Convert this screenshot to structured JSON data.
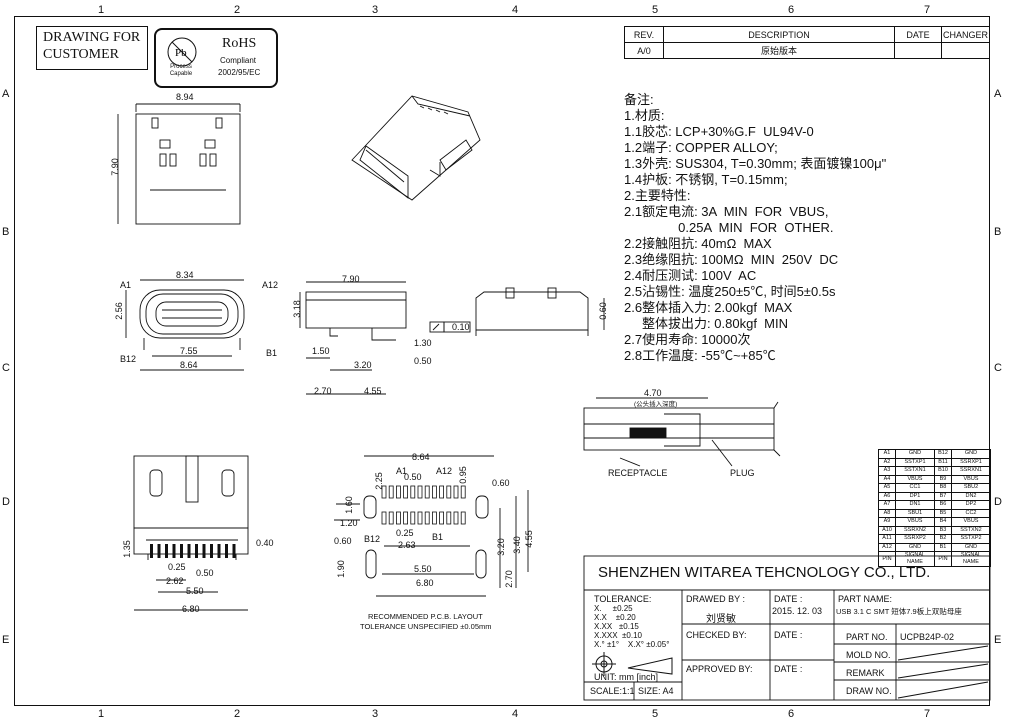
{
  "zones_top": [
    "1",
    "2",
    "3",
    "4",
    "5",
    "6",
    "7"
  ],
  "zones_side": [
    "A",
    "B",
    "C",
    "D",
    "E"
  ],
  "customer_box": "DRAWING FOR\nCUSTOMER",
  "rohs": {
    "pb_line1": "Process",
    "pb_line2": "Capable",
    "title": "RoHS",
    "line1": "Compliant",
    "line2": "2002/95/EC"
  },
  "rev": {
    "h_rev": "REV.",
    "h_desc": "DESCRIPTION",
    "h_date": "DATE",
    "h_changer": "CHANGER",
    "rev": "A/0",
    "desc": "原始版本"
  },
  "notes": [
    "备注:",
    "1.材质:",
    "1.1胶芯: LCP+30%G.F  UL94V-0",
    "1.2端子: COPPER ALLOY;",
    "1.3外壳: SUS304, T=0.30mm; 表面镀镍100μ\"",
    "1.4护板: 不锈钢, T=0.15mm;",
    "2.主要特性:",
    "2.1额定电流: 3A  MIN  FOR  VBUS,",
    "               0.25A  MIN  FOR  OTHER.",
    "2.2接触阻抗: 40mΩ  MAX",
    "2.3绝缘阻抗: 100MΩ  MIN  250V  DC",
    "2.4耐压测试: 100V  AC",
    "2.5沾锡性: 温度250±5℃, 时间5±0.5s",
    "2.6整体插入力: 2.00kgf  MAX",
    "     整体拔出力: 0.80kgf  MIN",
    "2.7使用寿命: 10000次",
    "2.8工作温度: -55℃~+85℃"
  ],
  "dims": {
    "d_894": "8.94",
    "d_790": "7.90",
    "d_834": "8.34",
    "d_a1": "A1",
    "d_a12": "A12",
    "d_256": "2.56",
    "d_755": "7.55",
    "d_864": "8.64",
    "d_b12": "B12",
    "d_b1": "B1",
    "s_790": "7.90",
    "s_318": "3.18",
    "s_150": "1.50",
    "s_130": "1.30",
    "s_320": "3.20",
    "s_050": "0.50",
    "s_270": "2.70",
    "s_455": "4.55",
    "flat": "0.10",
    "e_060": "0.60",
    "b_135": "1.35",
    "b_025": "0.25",
    "b_050": "0.50",
    "b_262": "2.62",
    "b_550": "5.50",
    "b_680": "6.80",
    "b_040": "0.40",
    "p_864": "8.64",
    "p_a1": "A1",
    "p_a12": "A12",
    "p_225": "2.25",
    "p_050": "0.50",
    "p_095": "0.95",
    "p_060a": "0.60",
    "p_160": "1.60",
    "p_120": "1.20",
    "p_060b": "0.60",
    "p_b12": "B12",
    "p_025": "0.25",
    "p_b1": "B1",
    "p_263": "2.63",
    "p_320": "3.20",
    "p_340": "3.40",
    "p_455": "4.55",
    "p_190": "1.90",
    "p_550": "5.50",
    "p_680": "6.80",
    "p_270": "2.70",
    "pcb_title": "RECOMMENDED  P.C.B. LAYOUT",
    "pcb_tol": "TOLERANCE UNSPECIFIED ±0.05mm",
    "x_470": "4.70",
    "x_note": "(公头插入深度)",
    "receptacle": "RECEPTACLE",
    "plug": "PLUG"
  },
  "pins": [
    [
      "A1",
      "GND",
      "B12",
      "GND"
    ],
    [
      "A2",
      "SSTXP1",
      "B11",
      "SSRXP1"
    ],
    [
      "A3",
      "SSTXN1",
      "B10",
      "SSRXN1"
    ],
    [
      "A4",
      "VBUS",
      "B9",
      "VBUS"
    ],
    [
      "A5",
      "CC1",
      "B8",
      "SBU2"
    ],
    [
      "A6",
      "DP1",
      "B7",
      "DN2"
    ],
    [
      "A7",
      "DN1",
      "B6",
      "DP2"
    ],
    [
      "A8",
      "SBU1",
      "B5",
      "CC2"
    ],
    [
      "A9",
      "VBUS",
      "B4",
      "VBUS"
    ],
    [
      "A10",
      "SSRXN2",
      "B3",
      "SSTXN2"
    ],
    [
      "A11",
      "SSRXP2",
      "B2",
      "SSTXP2"
    ],
    [
      "A12",
      "GND",
      "B1",
      "GND"
    ],
    [
      "PIN",
      "SIGNAL NAME",
      "PIN",
      "SIGNAL NAME"
    ]
  ],
  "title_block": {
    "company": "SHENZHEN WITAREA TEHCNOLOGY CO., LTD.",
    "tolerance": "TOLERANCE:",
    "tol_lines": [
      "X.     ±0.25",
      "X.X    ±0.20",
      "X.XX   ±0.15",
      "X.XXX  ±0.10",
      "X.° ±1°    X.X° ±0.05°"
    ],
    "unit": "UNIT:  mm  [inch]",
    "scale": "SCALE:1:1",
    "size": "SIZE: A4",
    "drawn_by": "DRAWED BY :",
    "drawn_name": "刘贤敏",
    "date1": "DATE :",
    "date_val": "2015. 12. 03",
    "part_name_h": "PART NAME:",
    "part_name": "USB 3.1 C SMT 短体7.9板上双贴母座",
    "checked": "CHECKED BY:",
    "date2": "DATE :",
    "part_no_h": "PART NO.",
    "part_no": "UCPB24P-02",
    "mold": "MOLD NO.",
    "approved": "APPROVED BY:",
    "date3": "DATE :",
    "remark": "REMARK",
    "draw_no": "DRAW NO."
  }
}
